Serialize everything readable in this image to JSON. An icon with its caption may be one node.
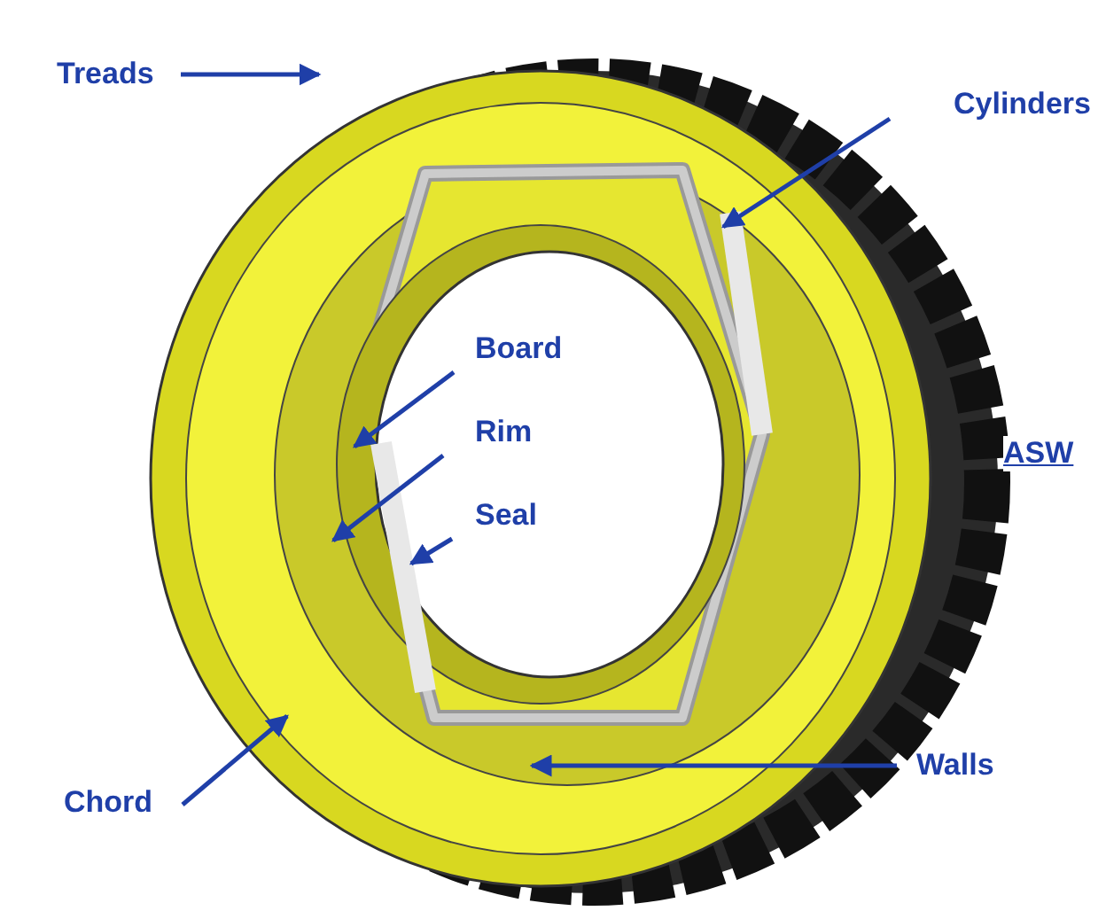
{
  "diagram": {
    "nodes": [
      {
        "text": [
          "Treads"
        ]
      },
      {
        "text": [
          "Cylinders"
        ]
      },
      {
        "text": [
          "Board"
        ]
      },
      {
        "text": [
          "Rim"
        ]
      },
      {
        "text": [
          "Seal"
        ]
      },
      {
        "text": [
          "Chord"
        ]
      },
      {
        "text": [
          "Walls"
        ]
      }
    ],
    "edges": [
      {
        "from": 0,
        "to": null,
        "arrow": "to"
      },
      {
        "from": 1,
        "to": null,
        "arrow": "to"
      },
      {
        "from": 2,
        "to": null,
        "arrow": "to"
      },
      {
        "from": 3,
        "to": null,
        "arrow": "to"
      },
      {
        "from": 4,
        "to": null,
        "arrow": "to"
      },
      {
        "from": 5,
        "to": null,
        "arrow": "to"
      },
      {
        "from": 6,
        "to": null,
        "arrow": "to"
      }
    ],
    "labels": [
      "ASW"
    ]
  }
}
